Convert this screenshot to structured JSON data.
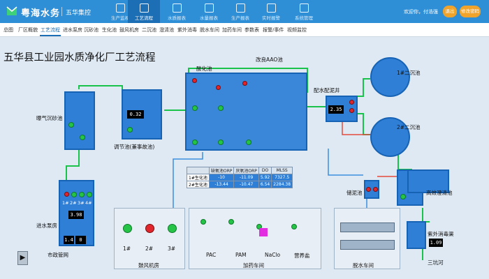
{
  "header": {
    "brand": "粤海水务",
    "system": "五华集控",
    "nav": [
      {
        "label": "生产监视",
        "icon": "monitor-icon",
        "active": false
      },
      {
        "label": "工艺流程",
        "icon": "process-icon",
        "active": true
      },
      {
        "label": "水质报表",
        "icon": "report-icon",
        "active": false
      },
      {
        "label": "水量报表",
        "icon": "water-volume-icon",
        "active": false
      },
      {
        "label": "生产报表",
        "icon": "production-icon",
        "active": false
      },
      {
        "label": "实时报警",
        "icon": "alarm-icon",
        "active": false
      },
      {
        "label": "系统管理",
        "icon": "settings-icon",
        "active": false
      }
    ],
    "welcome": "欢迎你，付浩强",
    "exit_label": "退出",
    "change_pwd_label": "修改密码"
  },
  "tabs": [
    "总图",
    "厂区概貌",
    "工艺流程",
    "进水泵房",
    "沉砂池",
    "生化池",
    "鼓风机房",
    "二沉池",
    "澄清池",
    "紫外消毒",
    "脱水车间",
    "加药车间",
    "参数表",
    "报警/事件",
    "视频监控"
  ],
  "active_tab": "工艺流程",
  "page_title": "五华县工业园水质净化厂工艺流程",
  "labels": {
    "aeration_grit": "曝气沉砂池",
    "equalization": "调节池(兼事故池)",
    "acid_tank": "酸化池",
    "aao": "改良AAO池",
    "distribution_well": "配水配泥井",
    "clarifier1": "1#二沉池",
    "clarifier2": "2#二沉池",
    "sludge_tank": "储泥池",
    "hd_clarifier": "高效澄清池",
    "uv": "紫外消毒渠",
    "river": "三坑河",
    "pump_house": "进水泵房",
    "municipal": "市政管网",
    "blower_room": "鼓风机房",
    "dosing_room": "加药车间",
    "dewatering_room": "脱水车间"
  },
  "blowers": [
    "1#",
    "2#",
    "3#"
  ],
  "pumps": [
    "1#",
    "2#",
    "3#",
    "4#"
  ],
  "chemicals": [
    "PAC",
    "PAM",
    "NaClo",
    "营养盐"
  ],
  "displays": {
    "equalization_level": "0.32",
    "pump_house_level": "3.98",
    "flow_a": "1.4",
    "flow_b": "0",
    "well_value": "2.35",
    "uv_value": "1.09"
  },
  "bio_table": {
    "headers": [
      "",
      "缺氧池ORP",
      "厌氧池ORP",
      "DO",
      "MLSS"
    ],
    "rows": [
      [
        "1#生化池",
        "-10",
        "-11.09",
        "5.92",
        "7327.5"
      ],
      [
        "2#生化池",
        "-13.44",
        "-10.47",
        "6.54",
        "2284.38"
      ]
    ]
  },
  "colors": {
    "header": "#2f8fd6",
    "tank": "#2f7fd6",
    "pipe_green": "#19c24a",
    "pipe_blue": "#3b8fe0",
    "pipe_red": "#e34a3c",
    "button": "#f0a32b"
  }
}
